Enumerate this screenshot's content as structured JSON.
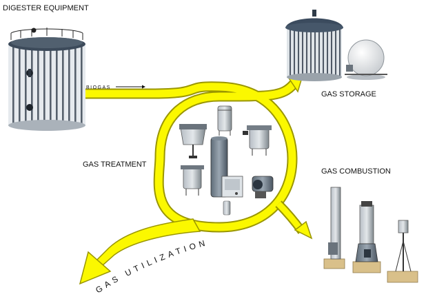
{
  "labels": {
    "digester_equipment": "DIGESTER EQUIPMENT",
    "biogas": "BIOGAS",
    "gas_storage": "GAS STORAGE",
    "gas_treatment": "GAS TREATMENT",
    "gas_combustion": "GAS COMBUSTION",
    "gas_utilization": "GAS UTILIZATION"
  },
  "colors": {
    "flow_fill": "#fbf800",
    "flow_stroke": "#9a9600",
    "tank_side": "#e4e8ec",
    "tank_rib": "#5a6470",
    "roof": "#3b4b5e",
    "dome": "#f2f2f2",
    "steel": "#8a939c",
    "wood": "#d9c08a"
  }
}
